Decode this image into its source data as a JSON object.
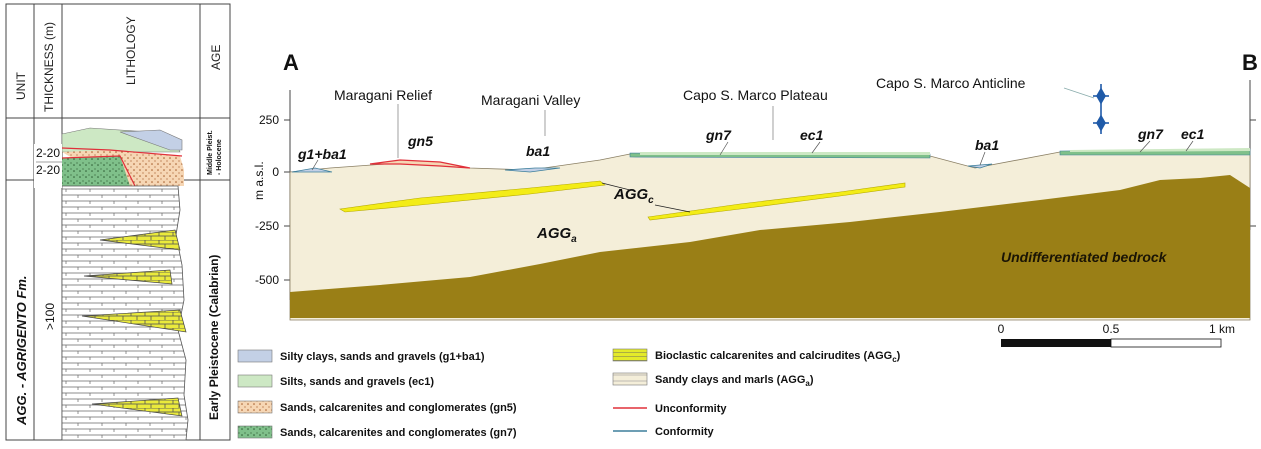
{
  "column": {
    "headers": {
      "unit": "UNIT",
      "thickness": "THICKNESS (m)",
      "lithology": "LITHOLOGY",
      "age": "AGE"
    },
    "thickness_upper_1": "2-20",
    "thickness_upper_2": "2-20",
    "thickness_lower": ">100",
    "unit_name": "AGG. - AGRIGENTO Fm.",
    "age_upper_line1": "Middle Pleist.",
    "age_upper_line2": "- Holocene",
    "age_lower": "Early Pleistocene (Calabrian)"
  },
  "section": {
    "start_label": "A",
    "end_label": "B",
    "y_axis_label": "m a.s.l.",
    "y_ticks": [
      "250",
      "0",
      "-250",
      "-500"
    ],
    "places": {
      "maragani_relief": "Maragani Relief",
      "maragani_valley": "Maragani Valley",
      "capo_plateau": "Capo S. Marco Plateau",
      "capo_anticline": "Capo S. Marco Anticline"
    },
    "codes": {
      "g1ba1": "g1+ba1",
      "gn5": "gn5",
      "ba1_left": "ba1",
      "gn7_left": "gn7",
      "ec1_left": "ec1",
      "ba1_right": "ba1",
      "gn7_right": "gn7",
      "ec1_right": "ec1"
    },
    "agg_c": "AGG",
    "agg_c_sub": "c",
    "agg_a": "AGG",
    "agg_a_sub": "a",
    "bedrock": "Undifferentiated bedrock"
  },
  "scale_bar": {
    "labels": [
      "0",
      "0.5",
      "1 km"
    ]
  },
  "legend": {
    "items": [
      {
        "label": "Silty clays, sands and gravels (g1+ba1)"
      },
      {
        "label": "Silts, sands and gravels (ec1)"
      },
      {
        "label": "Sands, calcarenites and conglomerates (gn5)"
      },
      {
        "label": "Sands, calcarenites and conglomerates (gn7)"
      },
      {
        "label": "Bioclastic calcarenites and calcirudites (AGG",
        "sub": "c",
        "tail": ")"
      },
      {
        "label": "Sandy clays and marls (AGG",
        "sub": "a",
        "tail": ")"
      },
      {
        "label": "Unconformity"
      },
      {
        "label": "Conformity"
      }
    ]
  },
  "colors": {
    "g1ba1": "#c3d0e6",
    "ec1": "#cde8c4",
    "gn5": "#f6d6b4",
    "gn7": "#7fc08a",
    "agg_c": "#f3ec17",
    "agg_a": "#f4eed9",
    "bedrock": "#9a7f16",
    "unconformity": "#e0303a",
    "conformity": "#3d7f9c",
    "anticline": "#1f5aa8"
  }
}
